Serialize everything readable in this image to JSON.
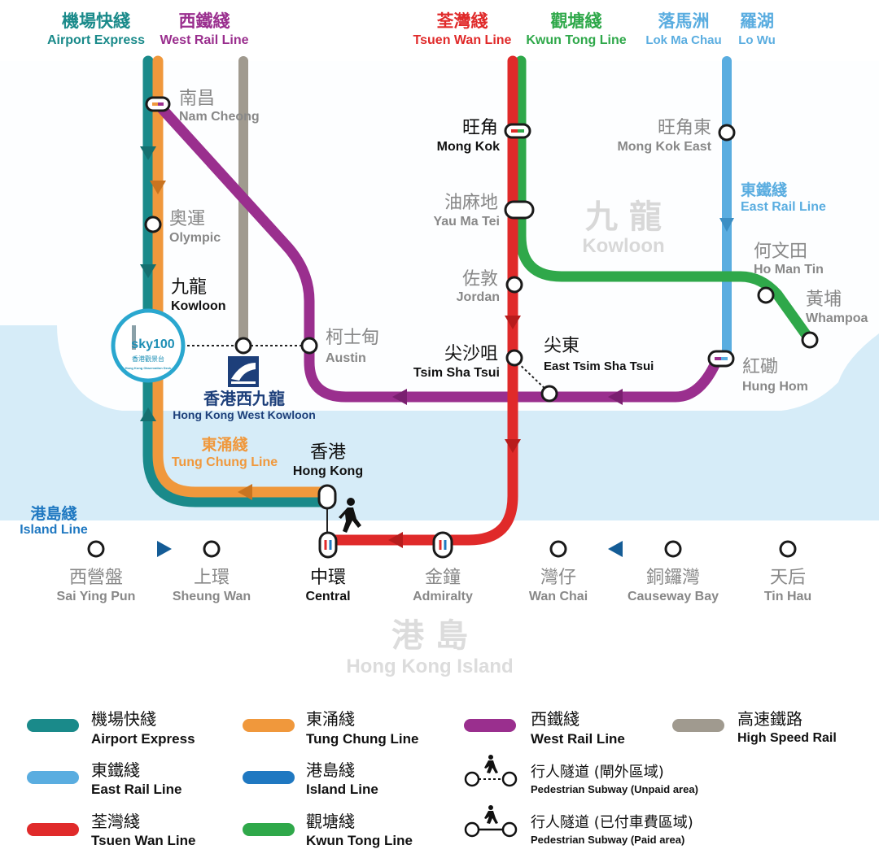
{
  "colors": {
    "airport_express": "#1a8a8a",
    "tung_chung": "#f0983c",
    "west_rail": "#9a2f8e",
    "high_speed": "#a09a8f",
    "east_rail": "#5aade0",
    "island": "#1f78c1",
    "tsuen_wan": "#e02a2a",
    "kwun_tong": "#2fa84a",
    "water": "#d6ecf8",
    "land": "#ffffff"
  },
  "line_headers": {
    "airport_express": {
      "zh": "機場快綫",
      "en": "Airport Express"
    },
    "west_rail": {
      "zh": "西鐵綫",
      "en": "West Rail Line"
    },
    "tsuen_wan": {
      "zh": "荃灣綫",
      "en": "Tsuen Wan Line"
    },
    "kwun_tong": {
      "zh": "觀塘綫",
      "en": "Kwun Tong Line"
    },
    "lok_ma_chau": {
      "zh": "落馬洲",
      "en": "Lok Ma Chau"
    },
    "lo_wu": {
      "zh": "羅湖",
      "en": "Lo Wu"
    }
  },
  "inline_labels": {
    "east_rail": {
      "zh": "東鐵綫",
      "en": "East Rail Line"
    },
    "tung_chung": {
      "zh": "東涌綫",
      "en": "Tung Chung Line"
    },
    "island": {
      "zh": "港島綫",
      "en": "Island Line"
    }
  },
  "districts": {
    "kowloon": {
      "zh": "九 龍",
      "en": "Kowloon"
    },
    "hk_island": {
      "zh": "港 島",
      "en": "Hong Kong Island"
    }
  },
  "stations": {
    "nam_cheong": {
      "zh": "南昌",
      "en": "Nam Cheong"
    },
    "olympic": {
      "zh": "奧運",
      "en": "Olympic"
    },
    "kowloon": {
      "zh": "九龍",
      "en": "Kowloon"
    },
    "hk_west_kowloon": {
      "zh": "香港西九龍",
      "en": "Hong Kong West Kowloon"
    },
    "austin": {
      "zh": "柯士甸",
      "en": "Austin"
    },
    "hong_kong": {
      "zh": "香港",
      "en": "Hong Kong"
    },
    "mong_kok": {
      "zh": "旺角",
      "en": "Mong Kok"
    },
    "yau_ma_tei": {
      "zh": "油麻地",
      "en": "Yau Ma Tei"
    },
    "jordan": {
      "zh": "佐敦",
      "en": "Jordan"
    },
    "tsim_sha_tsui": {
      "zh": "尖沙咀",
      "en": "Tsim Sha Tsui"
    },
    "east_tsim_sha_tsui": {
      "zh": "尖東",
      "en": "East Tsim Sha Tsui"
    },
    "mong_kok_east": {
      "zh": "旺角東",
      "en": "Mong Kok East"
    },
    "ho_man_tin": {
      "zh": "何文田",
      "en": "Ho Man Tin"
    },
    "whampoa": {
      "zh": "黃埔",
      "en": "Whampoa"
    },
    "hung_hom": {
      "zh": "紅磡",
      "en": "Hung Hom"
    },
    "sai_ying_pun": {
      "zh": "西營盤",
      "en": "Sai Ying Pun"
    },
    "sheung_wan": {
      "zh": "上環",
      "en": "Sheung Wan"
    },
    "central": {
      "zh": "中環",
      "en": "Central"
    },
    "admiralty": {
      "zh": "金鐘",
      "en": "Admiralty"
    },
    "wan_chai": {
      "zh": "灣仔",
      "en": "Wan Chai"
    },
    "causeway_bay": {
      "zh": "銅鑼灣",
      "en": "Causeway Bay"
    },
    "tin_hau": {
      "zh": "天后",
      "en": "Tin Hau"
    }
  },
  "sky100": {
    "logo": "sky100",
    "zh": "香港觀景台",
    "en": "Hong Kong Observation Deck"
  },
  "legend": {
    "airport_express": {
      "zh": "機場快綫",
      "en": "Airport Express"
    },
    "tung_chung": {
      "zh": "東涌綫",
      "en": "Tung Chung Line"
    },
    "west_rail": {
      "zh": "西鐵綫",
      "en": "West Rail Line"
    },
    "high_speed": {
      "zh": "高速鐵路",
      "en": "High Speed Rail"
    },
    "east_rail": {
      "zh": "東鐵綫",
      "en": "East Rail Line"
    },
    "island": {
      "zh": "港島綫",
      "en": "Island Line"
    },
    "subway_unpaid": {
      "zh": "行人隧道 (閘外區域)",
      "en": "Pedestrian Subway (Unpaid area)"
    },
    "tsuen_wan": {
      "zh": "荃灣綫",
      "en": "Tsuen Wan Line"
    },
    "kwun_tong": {
      "zh": "觀塘綫",
      "en": "Kwun Tong Line"
    },
    "subway_paid": {
      "zh": "行人隧道 (已付車費區域)",
      "en": "Pedestrian Subway (Paid area)"
    }
  },
  "icons": [
    "walking-person-icon",
    "train-icon",
    "direction-arrow-icon"
  ]
}
